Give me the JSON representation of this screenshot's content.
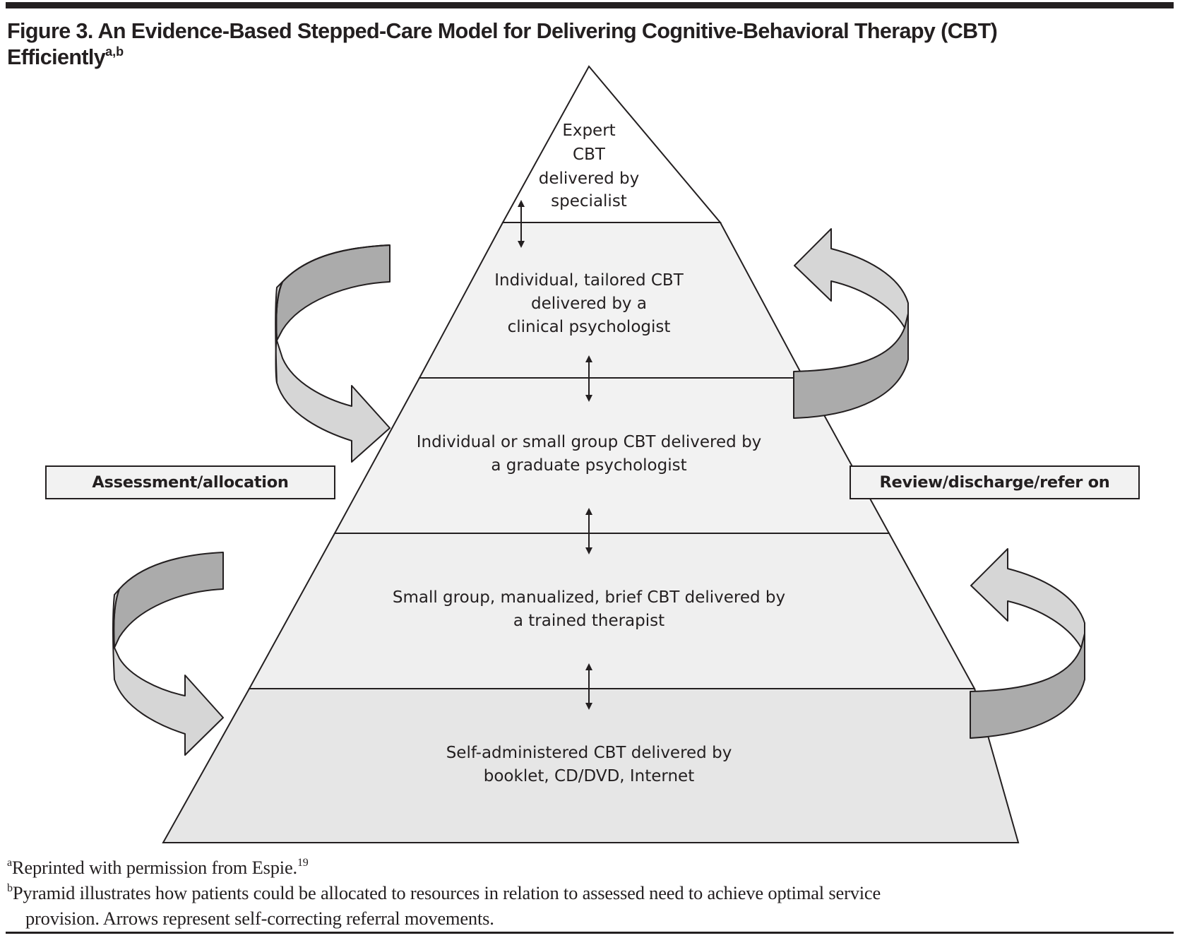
{
  "figure": {
    "title_line1": "Figure 3. An Evidence-Based Stepped-Care Model for Delivering Cognitive-Behavioral Therapy (CBT)",
    "title_line2": "Efficiently",
    "title_superscript": "a,b"
  },
  "pyramid": {
    "tiers": [
      {
        "level": 1,
        "lines": [
          "Expert",
          "CBT",
          "delivered by",
          "specialist"
        ],
        "fill": "#ffffff"
      },
      {
        "level": 2,
        "lines": [
          "Individual, tailored CBT",
          "delivered by a",
          "clinical psychologist"
        ],
        "fill": "#f2f2f2"
      },
      {
        "level": 3,
        "lines": [
          "Individual or small group CBT delivered by",
          "a graduate psychologist"
        ],
        "fill": "#f2f2f2"
      },
      {
        "level": 4,
        "lines": [
          "Small group, manualized, brief CBT delivered by",
          "a trained therapist"
        ],
        "fill": "#efefef"
      },
      {
        "level": 5,
        "lines": [
          "Self-administered CBT delivered by",
          "booklet, CD/DVD, Internet"
        ],
        "fill": "#e6e6e6"
      }
    ],
    "connector_icon": "double-headed-vertical-arrow"
  },
  "side_labels": {
    "left": "Assessment/allocation",
    "right": "Review/discharge/refer on"
  },
  "curved_arrows": {
    "left_direction": "clockwise-into-pyramid",
    "right_direction": "counterclockwise-out-of-pyramid",
    "dark_fill": "#ababab",
    "light_fill": "#d6d6d6"
  },
  "footnotes": [
    {
      "marker": "a",
      "text": "Reprinted with permission from Espie.",
      "ref": "19"
    },
    {
      "marker": "b",
      "text_line1": "Pyramid illustrates how patients could be allocated to resources in relation to assessed need to achieve optimal service",
      "text_line2": "provision. Arrows represent self-correcting referral movements."
    }
  ],
  "colors": {
    "ink": "#231f20",
    "band_light": "#f2f2f2",
    "band_base": "#e6e6e6"
  }
}
